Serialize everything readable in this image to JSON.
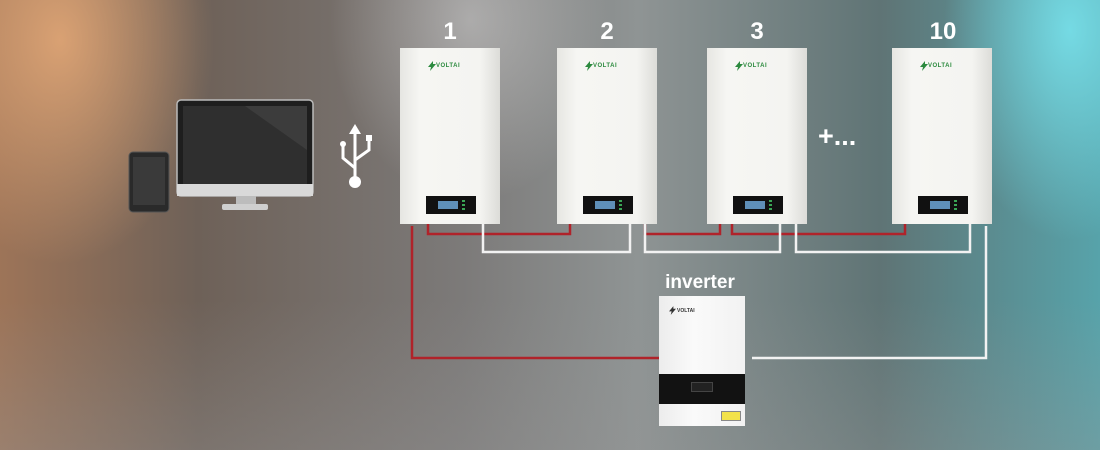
{
  "diagram": {
    "batteries": [
      {
        "label": "1",
        "brand": "VOLTAI"
      },
      {
        "label": "2",
        "brand": "VOLTAI"
      },
      {
        "label": "3",
        "brand": "VOLTAI"
      },
      {
        "label": "10",
        "brand": "VOLTAI"
      }
    ],
    "more_label": "+...",
    "inverter": {
      "label": "inverter",
      "brand": "VOLTAI"
    },
    "usb_icon": "usb-icon",
    "devices": [
      "tablet",
      "desktop-monitor"
    ],
    "colors": {
      "positive_wire": "#b0232a",
      "negative_wire": "#f2f2f2",
      "brand_green": "#2b8a3e"
    }
  }
}
